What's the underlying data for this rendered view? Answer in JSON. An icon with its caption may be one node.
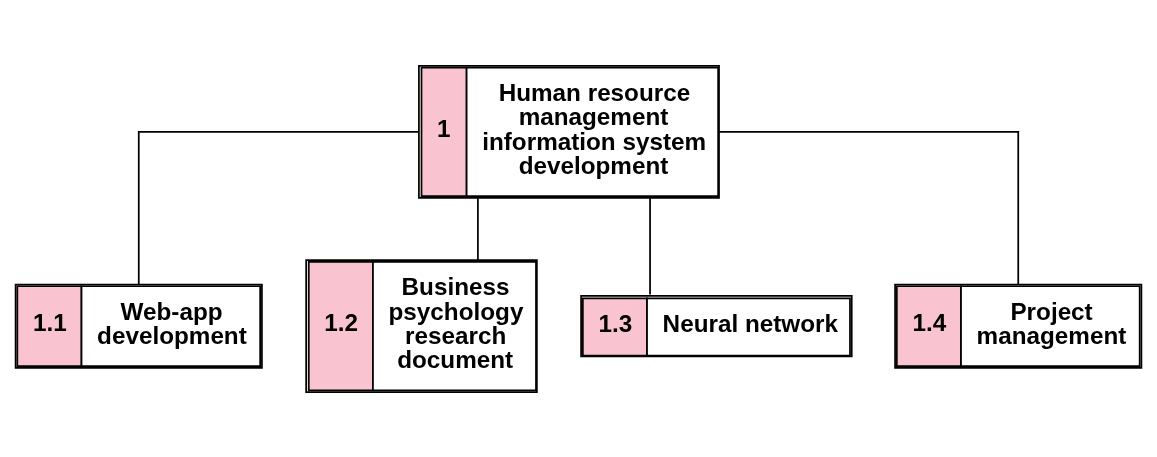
{
  "diagram": {
    "nodes": [
      {
        "text": [
          "1",
          "Human resource management information system development"
        ]
      },
      {
        "text": [
          "1.1",
          "Web-app development"
        ]
      },
      {
        "text": [
          "1.2",
          "Business psychology research document"
        ]
      },
      {
        "text": [
          "1.3",
          "Neural network"
        ]
      },
      {
        "text": [
          "1.4",
          "Project management"
        ]
      }
    ],
    "edges": [
      {
        "from": 0,
        "to": 1,
        "arrow": "none"
      },
      {
        "from": 0,
        "to": 2,
        "arrow": "none"
      },
      {
        "from": 0,
        "to": 3,
        "arrow": "none"
      },
      {
        "from": 0,
        "to": 4,
        "arrow": "none"
      }
    ]
  }
}
